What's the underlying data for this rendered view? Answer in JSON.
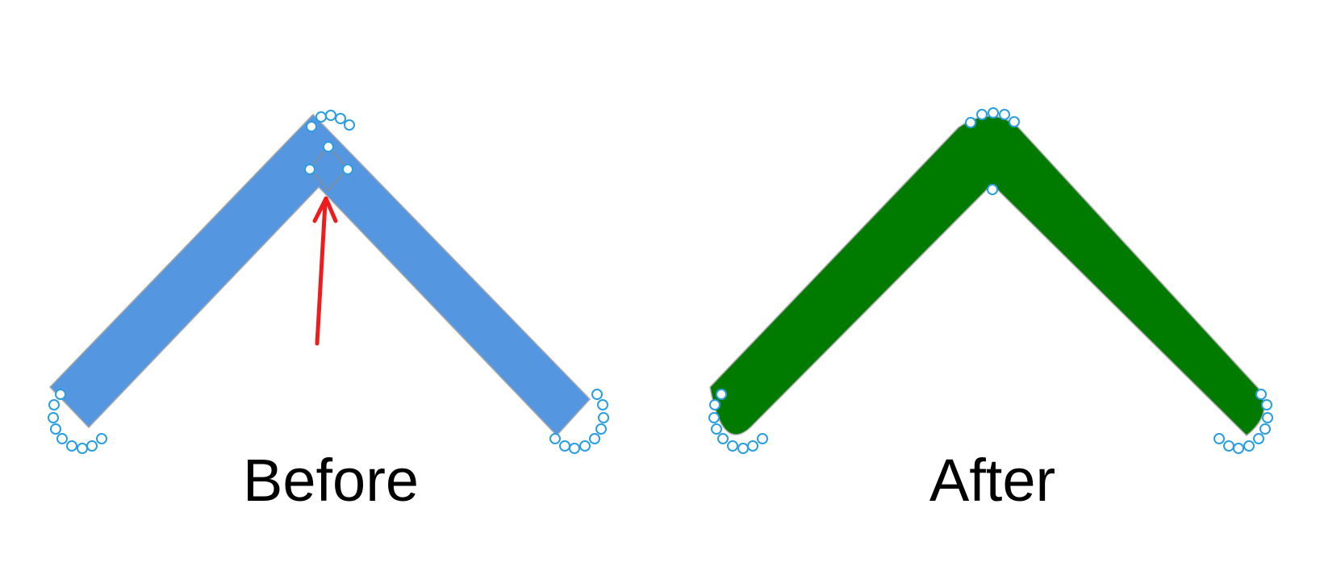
{
  "panels": [
    {
      "id": "before",
      "label": "Before",
      "fill_color": "#5596e0",
      "corner_style": "sharp-gap",
      "has_arrow_annotation": true
    },
    {
      "id": "after",
      "label": "After",
      "fill_color": "#007b00",
      "corner_style": "rounded-joined",
      "has_arrow_annotation": false
    }
  ],
  "colors": {
    "outline": "#a9a9a9",
    "handle_stroke": "#2a9ee0",
    "handle_fill": "#ffffff",
    "arrow": "#ee1c1c",
    "background": "#ffffff"
  },
  "icons": {
    "arrow": "arrow-up-icon",
    "handle": "vertex-handle-icon"
  }
}
